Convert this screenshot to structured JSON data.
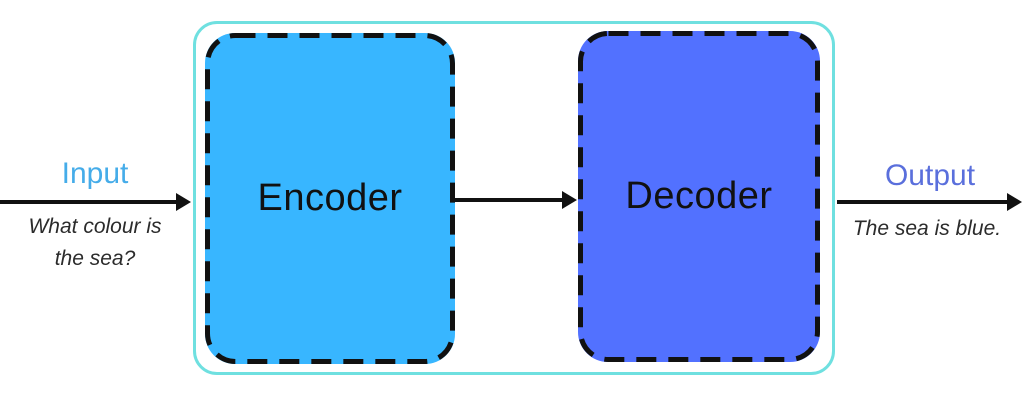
{
  "diagram": {
    "type": "encoder-decoder flow diagram",
    "input": {
      "label": "Input",
      "text_lines": [
        "What colour is",
        "the sea?"
      ]
    },
    "output": {
      "label": "Output",
      "text": "The sea is blue."
    },
    "blocks": [
      {
        "label": "Encoder",
        "fill": "#38B6FF"
      },
      {
        "label": "Decoder",
        "fill": "#5271FF"
      }
    ],
    "colors": {
      "container_border": "#6FE0E0",
      "block_border": "#111111",
      "arrow": "#111111",
      "input_label": "#45ACE9",
      "output_label": "#5A6FDC",
      "sample_text": "#2B2B2B",
      "block_text": "#111111"
    }
  }
}
